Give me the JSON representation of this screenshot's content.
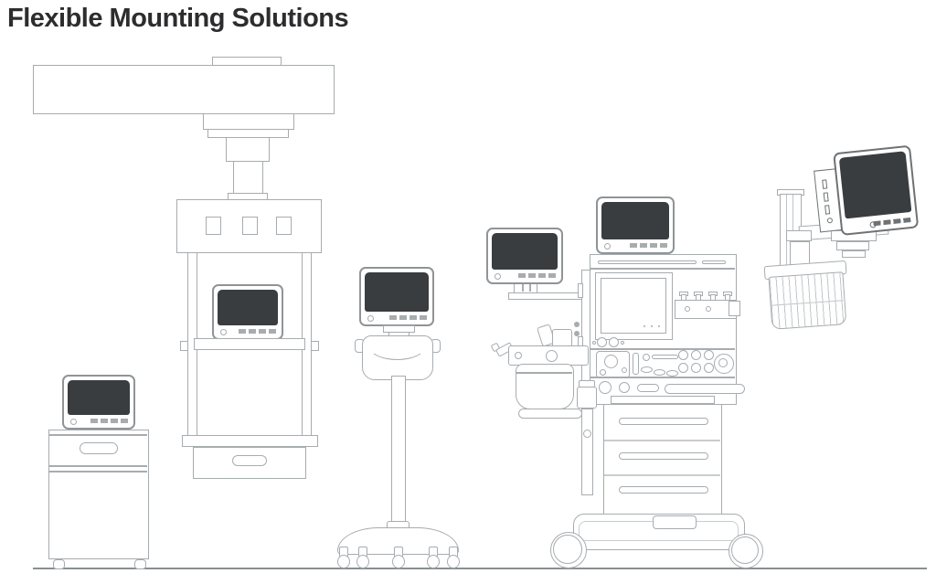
{
  "page": {
    "title": "Flexible Mounting Solutions"
  },
  "colors": {
    "bg": "#ffffff",
    "line": "#a7acaf",
    "dark": "#6e7274",
    "screen": "#3a3d40",
    "title": "#2d2d2f",
    "floor": "#8a8e91"
  },
  "illustrations": [
    {
      "id": "cart-mount",
      "name": "monitor-on-rolling-cart-illustration"
    },
    {
      "id": "ceiling-pendant-mount",
      "name": "monitor-on-ceiling-pendant-illustration"
    },
    {
      "id": "roll-stand-mount",
      "name": "monitor-on-roll-stand-illustration"
    },
    {
      "id": "anesthesia-machine-mount",
      "name": "monitors-on-anesthesia-machine-illustration"
    },
    {
      "id": "wall-arm-mount",
      "name": "monitor-on-wall-arm-illustration"
    }
  ]
}
